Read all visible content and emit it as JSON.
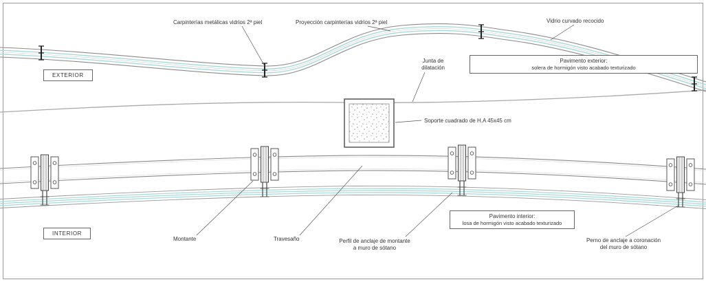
{
  "drawing": {
    "type": "architectural-construction-detail-plan",
    "zones": {
      "exterior_label": "EXTERIOR",
      "interior_label": "INTERIOR"
    },
    "colors": {
      "glass_line": "#a9d9d9",
      "profile_line": "#8a8a8a",
      "detail_line": "#444444",
      "leader_line": "#555555",
      "ground_line": "#aaaaaa"
    },
    "callouts": {
      "carpinterias": "Carpinterías metálicas vidrios 2ª piel",
      "proyeccion": "Proyección carpinterías vidrios 2ª piel",
      "vidrio_curvado": "Vidrio curvado recocido",
      "junta_line1": "Junta de",
      "junta_line2": "dilatación",
      "pavimento_exterior_line1": "Pavimento exterior:",
      "pavimento_exterior_line2": "solera de hormigón visto acabado texturizado",
      "soporte": "Soporte cuadrado de H.A 45x45 cm",
      "montante": "Montante",
      "travesano": "Travesaño",
      "perfil_line1": "Perfil de anclaje de montante",
      "perfil_line2": "a muro de sótano",
      "pavimento_interior_line1": "Pavimento interior:",
      "pavimento_interior_line2": "losa de hormigón visto acabado texturizado",
      "perno_line1": "Perno de anclaje a coronación",
      "perno_line2": "del muro de sótano"
    }
  }
}
